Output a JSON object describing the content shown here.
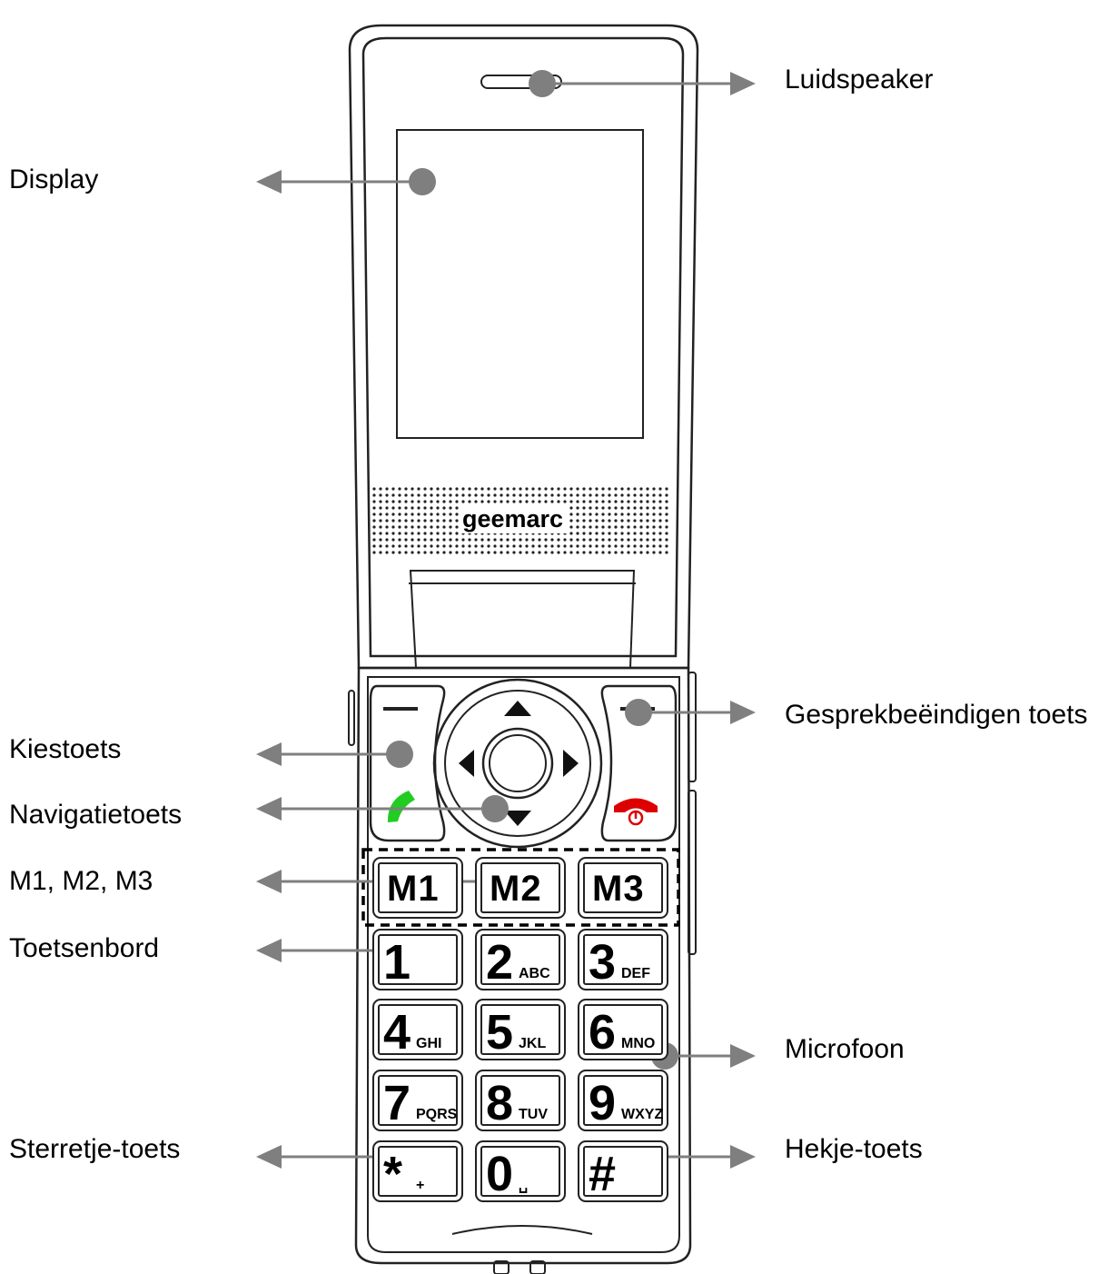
{
  "labels": {
    "speaker": "Luidspeaker",
    "display": "Display",
    "end_call_key": "Gesprekbeëindigen toets",
    "call_key": "Kiestoets",
    "nav_key": "Navigatietoets",
    "memory_keys": "M1, M2, M3",
    "keypad": "Toetsenbord",
    "microphone": "Microfoon",
    "star_key": "Sterretje-toets",
    "hash_key": "Hekje-toets"
  },
  "phone": {
    "brand": "geemarc",
    "memory_keys": [
      "M1",
      "M2",
      "M3"
    ],
    "keypad": [
      {
        "digit": "1",
        "letters": ""
      },
      {
        "digit": "2",
        "letters": "ABC"
      },
      {
        "digit": "3",
        "letters": "DEF"
      },
      {
        "digit": "4",
        "letters": "GHI"
      },
      {
        "digit": "5",
        "letters": "JKL"
      },
      {
        "digit": "6",
        "letters": "MNO"
      },
      {
        "digit": "7",
        "letters": "PQRS"
      },
      {
        "digit": "8",
        "letters": "TUV"
      },
      {
        "digit": "9",
        "letters": "WXYZ"
      },
      {
        "digit": "*",
        "letters": "+"
      },
      {
        "digit": "0",
        "letters": "␣"
      },
      {
        "digit": "#",
        "letters": ""
      }
    ]
  },
  "colors": {
    "pointer": "#7f7f7f",
    "outline": "#222222",
    "call_green": "#22cc22",
    "end_red": "#dd0000"
  }
}
